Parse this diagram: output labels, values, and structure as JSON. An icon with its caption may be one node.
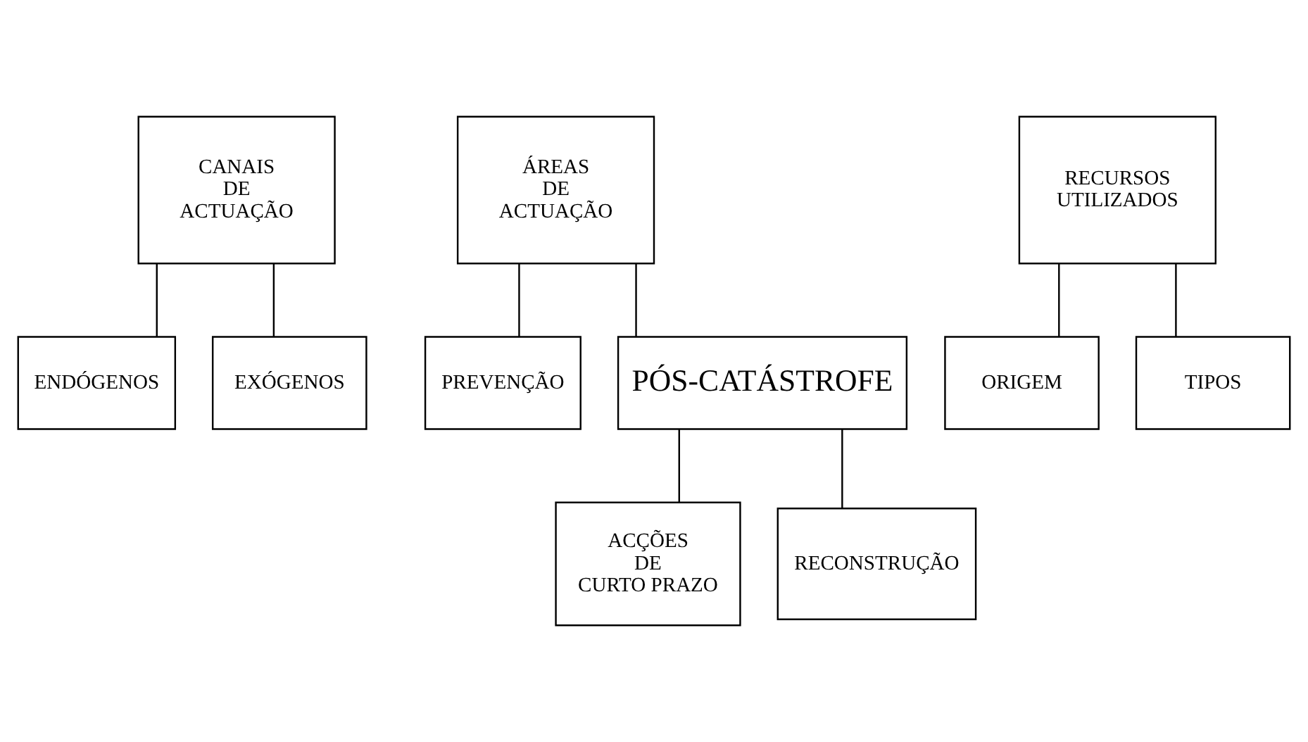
{
  "diagram": {
    "nodes": [
      {
        "text": [
          "CANAIS DE ACTUAÇÃO"
        ]
      },
      {
        "text": [
          "ÁREAS DE ACTUAÇÃO"
        ]
      },
      {
        "text": [
          "RECURSOS UTILIZADOS"
        ]
      },
      {
        "text": [
          "ENDÓGENOS"
        ]
      },
      {
        "text": [
          "EXÓGENOS"
        ]
      },
      {
        "text": [
          "PREVENÇÃO"
        ]
      },
      {
        "text": [
          "PÓS-CATÁSTROFE"
        ]
      },
      {
        "text": [
          "ORIGEM"
        ]
      },
      {
        "text": [
          "TIPOS"
        ]
      },
      {
        "text": [
          "ACÇÕES DE CURTO PRAZO"
        ]
      },
      {
        "text": [
          "RECONSTRUÇÃO"
        ]
      }
    ],
    "edges": [
      {
        "from": 0,
        "to": 3,
        "arrow": "none"
      },
      {
        "from": 0,
        "to": 4,
        "arrow": "none"
      },
      {
        "from": 1,
        "to": 5,
        "arrow": "none"
      },
      {
        "from": 1,
        "to": 6,
        "arrow": "none"
      },
      {
        "from": 2,
        "to": 7,
        "arrow": "none"
      },
      {
        "from": 2,
        "to": 8,
        "arrow": "none"
      },
      {
        "from": 6,
        "to": 9,
        "arrow": "none"
      },
      {
        "from": 6,
        "to": 10,
        "arrow": "none"
      }
    ]
  }
}
